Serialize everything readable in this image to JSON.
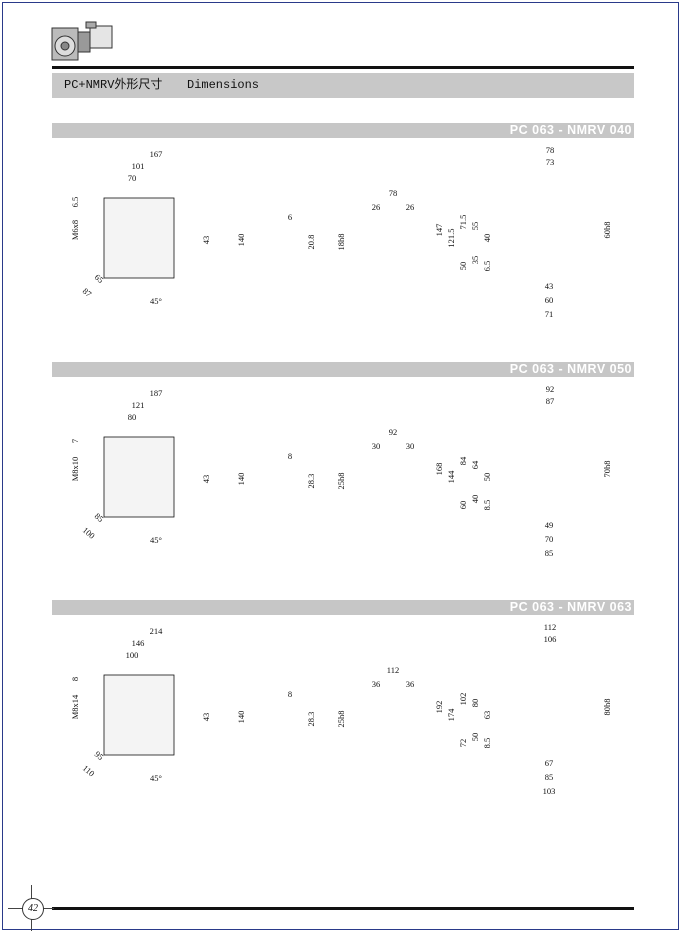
{
  "header": {
    "title_cn": "PC+NMRV外形尺寸",
    "title_en": "Dimensions"
  },
  "page_number": "42",
  "sections": [
    {
      "title": "PC 063 - NMRV 040",
      "left": {
        "overall": "167",
        "d101": "101",
        "d70": "70",
        "d6_5": "6.5",
        "thread": "M6x8",
        "d43": "43",
        "d140": "140",
        "d65": "65",
        "d87": "87",
        "angle": "45°"
      },
      "shaft": {
        "key": "6",
        "dia": "20.8"
      },
      "hollow": {
        "len": "78",
        "a": "26",
        "b": "26",
        "bore": "18h8"
      },
      "right": {
        "w78": "78",
        "w73": "73",
        "h147": "147",
        "h121": "121.5",
        "h71": "71.5",
        "h55": "55",
        "h40": "40",
        "h50": "50",
        "h35": "35",
        "h6": "6.5",
        "flange": "60h8",
        "b43": "43",
        "b60": "60",
        "b71": "71"
      }
    },
    {
      "title": "PC 063 - NMRV 050",
      "left": {
        "overall": "187",
        "d101": "121",
        "d70": "80",
        "d6_5": "7",
        "thread": "M8x10",
        "d43": "43",
        "d140": "140",
        "d65": "85",
        "d87": "100",
        "angle": "45°"
      },
      "shaft": {
        "key": "8",
        "dia": "28.3"
      },
      "hollow": {
        "len": "92",
        "a": "30",
        "b": "30",
        "bore": "25h8"
      },
      "right": {
        "w78": "92",
        "w73": "87",
        "h147": "168",
        "h121": "144",
        "h71": "84",
        "h55": "64",
        "h40": "50",
        "h50": "60",
        "h35": "40",
        "h6": "8.5",
        "flange": "70h8",
        "b43": "49",
        "b60": "70",
        "b71": "85"
      }
    },
    {
      "title": "PC 063 - NMRV 063",
      "left": {
        "overall": "214",
        "d101": "146",
        "d70": "100",
        "d6_5": "8",
        "thread": "M8x14",
        "d43": "43",
        "d140": "140",
        "d65": "95",
        "d87": "110",
        "angle": "45°"
      },
      "shaft": {
        "key": "8",
        "dia": "28.3"
      },
      "hollow": {
        "len": "112",
        "a": "36",
        "b": "36",
        "bore": "25h8"
      },
      "right": {
        "w78": "112",
        "w73": "106",
        "h147": "192",
        "h121": "174",
        "h71": "102",
        "h55": "80",
        "h40": "63",
        "h50": "72",
        "h35": "50",
        "h6": "8.5",
        "flange": "80h8",
        "b43": "67",
        "b60": "85",
        "b71": "103"
      }
    }
  ]
}
